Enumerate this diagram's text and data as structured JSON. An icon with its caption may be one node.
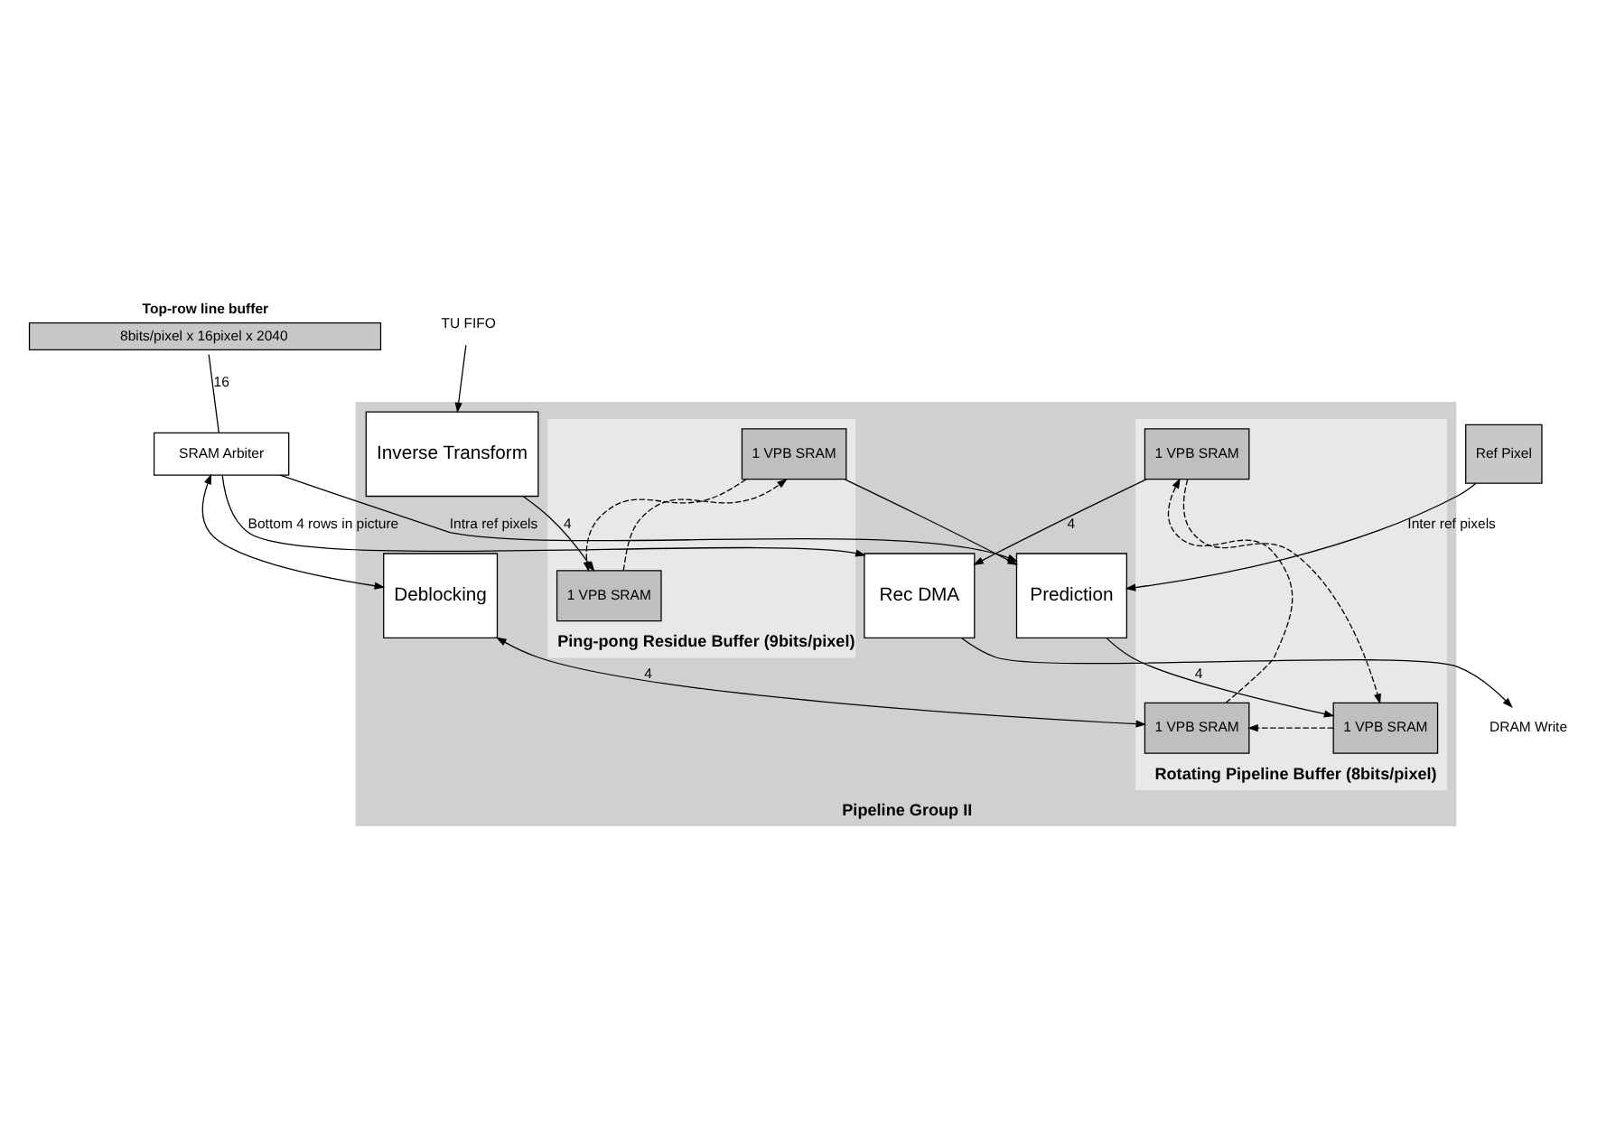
{
  "diagram": {
    "nodes": [
      {
        "text": [
          "Top-row line buffer",
          "8bits/pixel x 16pixel x 2040"
        ]
      },
      {
        "text": [
          "SRAM Arbiter"
        ]
      },
      {
        "text": [
          "Ref Pixel"
        ]
      },
      {
        "text": [
          "Pipeline Group II"
        ]
      },
      {
        "text": [
          "Ping-pong Residue Buffer (9bits/pixel)"
        ],
        "in": 3
      },
      {
        "text": [
          "1 VPB SRAM"
        ],
        "in": 4
      },
      {
        "text": [
          "1 VPB SRAM"
        ],
        "in": 4
      },
      {
        "text": [
          "Prediction"
        ],
        "in": 3
      },
      {
        "text": [
          "Deblocking"
        ],
        "in": 3
      },
      {
        "text": [
          "Rec DMA"
        ],
        "in": 3
      },
      {
        "text": [
          "Rotating Pipeline Buffer (8bits/pixel)"
        ],
        "in": 3
      },
      {
        "text": [
          "1 VPB SRAM"
        ],
        "in": 10
      },
      {
        "text": [
          "1 VPB SRAM"
        ],
        "in": 10
      },
      {
        "text": [
          "1 VPB SRAM"
        ],
        "in": 10
      },
      {
        "text": [
          "Inverse Transform"
        ],
        "in": 3
      },
      {
        "text": [
          "DRAM Write"
        ]
      },
      {
        "text": [
          "TU FIFO"
        ]
      }
    ],
    "edges": [
      {
        "from": 0,
        "to": 1,
        "arrow": "none",
        "label": "16"
      },
      {
        "from": 2,
        "to": 7,
        "arrow": "to",
        "label": "Inter ref pixels"
      },
      {
        "from": 1,
        "to": 7,
        "arrow": "to",
        "label": "Intra ref pixels"
      },
      {
        "from": 1,
        "to": 8,
        "arrow": "both"
      },
      {
        "from": 1,
        "to": 9,
        "arrow": "to",
        "label": "Bottom 4 rows in picture"
      },
      {
        "from": 5,
        "to": 6,
        "arrow": "to",
        "style": "dashed"
      },
      {
        "from": 6,
        "to": 5,
        "arrow": "to",
        "style": "dashed"
      },
      {
        "from": 6,
        "to": 7,
        "arrow": "to"
      },
      {
        "from": 7,
        "to": 11,
        "arrow": "to",
        "label": "4"
      },
      {
        "from": 8,
        "to": 12,
        "arrow": "both",
        "label": "4"
      },
      {
        "from": 13,
        "to": 9,
        "arrow": "to",
        "label": "4"
      },
      {
        "from": 11,
        "to": 12,
        "arrow": "to",
        "style": "dashed"
      },
      {
        "from": 12,
        "to": 13,
        "arrow": "to",
        "style": "dashed"
      },
      {
        "from": 13,
        "to": 11,
        "arrow": "to",
        "style": "dashed"
      },
      {
        "from": 9,
        "to": 15,
        "arrow": "to"
      },
      {
        "from": 14,
        "to": 5,
        "arrow": "to",
        "label": "4"
      },
      {
        "from": 16,
        "to": 14,
        "arrow": "to"
      }
    ]
  }
}
